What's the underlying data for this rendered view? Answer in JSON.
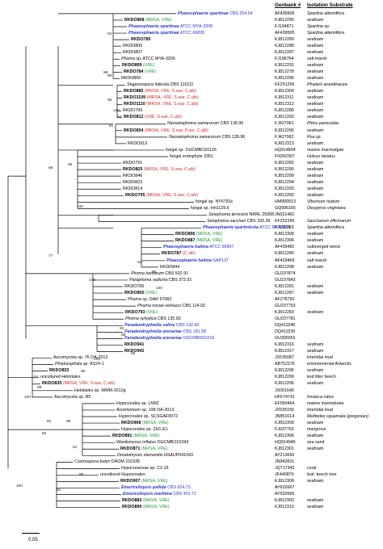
{
  "header": {
    "genbank": "Genbank #",
    "substrate": "Isolation Substrate"
  },
  "scale_label": "0.05",
  "colors": {
    "blue": "#2a35c8",
    "green": "#1f9a39",
    "red": "#d12b2b"
  },
  "rows": [
    {
      "name": "Phaeosphaeria spartinae",
      "suffix": "CBS 254.64",
      "style": "blue",
      "acc": "AF439506",
      "sub": "Spartina alterniflora"
    },
    {
      "name": "RKDO808",
      "suffix": "(MRSA, VRE)",
      "style": "bold",
      "acc": "KJ812290",
      "sub": "seafoam"
    },
    {
      "name": "Phaeosphaeria spartinae",
      "suffix": "ATCC MYA-3208",
      "style": "blue",
      "acc": "FJ194871",
      "sub": "Spartina sp."
    },
    {
      "name": "Phaeosphaeria spartinae",
      "suffix": "ATCC 66895",
      "style": "blue",
      "acc": "AF439505",
      "sub": "Spartina alterniflora"
    },
    {
      "name": "RKDO785",
      "suffix": "",
      "style": "bold",
      "acc": "KJ812289",
      "sub": "seafoam"
    },
    {
      "name": "RKDO806",
      "suffix": "",
      "style": "",
      "acc": "KJ812288",
      "sub": "seafoam"
    },
    {
      "name": "RKDO807",
      "suffix": "",
      "style": "",
      "acc": "KJ812287",
      "sub": "seafoam"
    },
    {
      "name": "Phoma sp.",
      "suffix": "ATCC MYA-3200",
      "style": "italic",
      "acc": "FJ196764",
      "sub": "salt marsh"
    },
    {
      "name": "RKDO809",
      "suffix": "(VRE)",
      "style": "bold",
      "acc": "KJ812291",
      "sub": "seafoam"
    },
    {
      "name": "RKDO784",
      "suffix": "(VRE)",
      "style": "bold",
      "acc": "KJ812278",
      "sub": "seafoam"
    },
    {
      "name": "RKDO800",
      "suffix": "",
      "style": "",
      "acc": "KJ812286",
      "sub": "seafoam"
    },
    {
      "name": "Stagonospora foliicola",
      "suffix": "CBS 110111",
      "style": "italic",
      "acc": "KF251256",
      "sub": "Phalaris arundinacea"
    },
    {
      "name": "RKDO885",
      "suffix": "(MRSA, VRE, S.war, C.alb)",
      "style": "bold",
      "acc": "KJ812304",
      "sub": "seafoam"
    },
    {
      "name": "RKDO1109",
      "suffix": "(MRSA, VRE, S.war, C.alb)",
      "style": "bold",
      "acc": "KJ812311",
      "sub": "seafoam"
    },
    {
      "name": "RKDO1110",
      "suffix": "(MRSA, VRE, S.war, C.alb)",
      "style": "bold",
      "acc": "KJ812312",
      "sub": "seafoam"
    },
    {
      "name": "RKDO799",
      "suffix": "",
      "style": "",
      "acc": "KJ812285",
      "sub": "seafoam"
    },
    {
      "name": "RKDO812",
      "suffix": "(VRE, S.war, C.alb)",
      "style": "bold",
      "acc": "KJ812292",
      "sub": "seafoam"
    },
    {
      "name": "Neosetophoma samarorum",
      "suffix": "CBS 138.96",
      "style": "italic",
      "acc": "FJ427061",
      "sub": "Phlox paniculata"
    },
    {
      "name": "RKDO834",
      "suffix": "(MRSA, VRE, S.war, P.aer, C.alb)",
      "style": "bold",
      "acc": "KJ812296",
      "sub": "seafoam"
    },
    {
      "name": "Neosetophoma samarorum",
      "suffix": "CBS 139.96",
      "style": "italic",
      "acc": "FJ427062",
      "sub": "Poa sp."
    },
    {
      "name": "RKDO913",
      "suffix": "",
      "style": "",
      "acc": "KJ812313",
      "sub": "seafoam"
    },
    {
      "name": "fungal sp.",
      "suffix": "OUCMBI101126",
      "style": "",
      "acc": "HQ914854",
      "sub": "marine macroalgae"
    },
    {
      "name": "fungal endophyte",
      "suffix": "3351",
      "style": "",
      "acc": "FN392307",
      "sub": "Holcus lanatus"
    },
    {
      "name": "RKDO791",
      "suffix": "",
      "style": "",
      "acc": "KJ812282",
      "sub": "seafoam"
    },
    {
      "name": "RKDO825",
      "suffix": "(MRSA, VRE, S.war, C.alb)",
      "style": "bold",
      "acc": "KJ812295",
      "sub": "seafoam"
    },
    {
      "name": "RKDO846",
      "suffix": "",
      "style": "",
      "acc": "KJ812299",
      "sub": "seafoam"
    },
    {
      "name": "RKDO823",
      "suffix": "",
      "style": "",
      "acc": "KJ812294",
      "sub": "seafoam"
    },
    {
      "name": "RKDO814",
      "suffix": "",
      "style": "",
      "acc": "KJ812293",
      "sub": "seafoam"
    },
    {
      "name": "RKDO795",
      "suffix": "(MRSA, VRE, S.war, C.alb)",
      "style": "bold",
      "acc": "KJ812283",
      "sub": "seafoam"
    },
    {
      "name": "fungal sp.",
      "suffix": "NY6753c",
      "style": "",
      "acc": "HM999913",
      "sub": "Viburnum nudum"
    },
    {
      "name": "fungal sp.",
      "suffix": "mh1129.6",
      "style": "",
      "acc": "GQ996165",
      "sub": "Diospyros virginiana"
    },
    {
      "name": "Setophoma terrestris",
      "suffix": "NRRL 25008",
      "style": "italic",
      "acc": "JN631482",
      "sub": ""
    },
    {
      "name": "Setophoma sacchari",
      "suffix": "CBS 333.39",
      "style": "italic",
      "acc": "KF252245",
      "sub": "Saccharum officinarum"
    },
    {
      "name": "Phaeosphaeria spartinicola",
      "suffix": "ATCC MYA3199",
      "style": "blue",
      "acc": "FJ196763",
      "sub": "Spartina alterniflora"
    },
    {
      "name": "RKDO896",
      "suffix": "(MRSA, VRE)",
      "style": "bold",
      "acc": "KJ812308",
      "sub": "seafoam"
    },
    {
      "name": "RKDO887",
      "suffix": "(MRSA, VRE)",
      "style": "bold",
      "acc": "KJ812306",
      "sub": "seafoam"
    },
    {
      "name": "Phaeosphaeria halima",
      "suffix": "ATCC 66897",
      "style": "blue",
      "acc": "AF439482",
      "sub": "submerged wood"
    },
    {
      "name": "RKDO787",
      "suffix": "(C.alb)",
      "style": "bold",
      "acc": "KJ812280",
      "sub": "seafoam"
    },
    {
      "name": "Phaeosphaeria halima",
      "suffix": "SAP137",
      "style": "blue",
      "acc": "AF429469",
      "sub": "salt marsh"
    },
    {
      "name": "RKDO844",
      "suffix": "",
      "style": "",
      "acc": "KJ812298",
      "sub": "seafoam"
    },
    {
      "name": "Phoma herbarum",
      "suffix": "CBS 502.91",
      "style": "italic",
      "acc": "GU237874",
      "sub": ""
    },
    {
      "name": "Paraphoma radicina",
      "suffix": "CBS 372.91",
      "style": "italic",
      "acc": "GU237843",
      "sub": ""
    },
    {
      "name": "RKDO789",
      "suffix": "",
      "style": "",
      "acc": "KJ812281",
      "sub": "seafoam"
    },
    {
      "name": "RKDO805",
      "suffix": "(VRE)",
      "style": "bold",
      "acc": "KJ812287",
      "sub": "seafoam"
    },
    {
      "name": "Phoma sp.",
      "suffix": "DAR 57083",
      "style": "italic",
      "acc": "AF278792",
      "sub": ""
    },
    {
      "name": "Phoma novae-verbasci",
      "suffix": "CBS 114.93",
      "style": "italic",
      "acc": "GU237753",
      "sub": ""
    },
    {
      "name": "RKDO793",
      "suffix": "(VRE)",
      "style": "bold",
      "acc": "KJ812283",
      "sub": "seafoam"
    },
    {
      "name": "Phoma sylvatica",
      "suffix": "CBS 135.93",
      "style": "italic",
      "acc": "GU237781",
      "sub": ""
    },
    {
      "name": "Paradendryphiella salina",
      "suffix": "CBS 142.60",
      "style": "blue",
      "acc": "DQ411540",
      "sub": ""
    },
    {
      "name": "Paradendryphiella arenariae",
      "suffix": "CBS 181.58",
      "style": "blue",
      "acc": "DQ411539",
      "sub": ""
    },
    {
      "name": "Paradendryphiella arenariae",
      "suffix": "OUCMBI001016",
      "style": "blue",
      "acc": "GU395991",
      "sub": ""
    },
    {
      "name": "RKDO941",
      "suffix": "",
      "style": "bold",
      "acc": "KJ812316",
      "sub": "seafoam"
    },
    {
      "name": "RKDO942",
      "suffix": "",
      "style": "bold",
      "acc": "KJ812317",
      "sub": "seafoam"
    },
    {
      "name": "Ascomycota sp.",
      "suffix": "76 OA-2013",
      "style": "",
      "acc": "JX535087",
      "sub": "intertidal mud"
    },
    {
      "name": "Phialocephala sp.",
      "suffix": "AS24-1",
      "style": "italic",
      "acc": "AB752276",
      "sub": "environmental Antarctic"
    },
    {
      "name": "RKDO833",
      "suffix": "",
      "style": "bold",
      "acc": "KJ812296",
      "sub": "seafoam"
    },
    {
      "name": "uncultured Helotiales",
      "suffix": "",
      "style": "",
      "acc": "KJ812299",
      "sub": "leaf litter beech"
    },
    {
      "name": "RKDO835",
      "suffix": "(MRSA, VRE, S.war, C.alb)",
      "style": "bold",
      "acc": "KJ812296",
      "sub": "seafoam"
    },
    {
      "name": "Helotiales sp.",
      "suffix": "WMM-2012g",
      "style": "",
      "acc": "JX001640",
      "sub": ""
    },
    {
      "name": "Ascomycota sp.",
      "suffix": "B5",
      "style": "",
      "acc": "HF674741",
      "sub": "Festuca rubra"
    },
    {
      "name": "Hypocreales sp.",
      "suffix": "LM92",
      "style": "",
      "acc": "EF060464",
      "sub": "marine invertebrate"
    },
    {
      "name": "Acremonium sp.",
      "suffix": "199 OA-2013",
      "style": "italic",
      "acc": "JX535156",
      "sub": "intertidal mud"
    },
    {
      "name": "Hypocreales sp.",
      "suffix": "SCSGAF0072",
      "style": "",
      "acc": "JN851014",
      "sub": "Melitodes squamata (gorgonian)"
    },
    {
      "name": "RKDO908",
      "suffix": "(MRSA, VRE)",
      "style": "bold",
      "acc": "KJ812309",
      "sub": "seafoam"
    },
    {
      "name": "Hypocreales sp.",
      "suffix": "ZH1-E1",
      "style": "",
      "acc": "FJ037763",
      "sub": "mangrove"
    },
    {
      "name": "RKDO891",
      "suffix": "(MRSA, VRE)",
      "style": "bold",
      "acc": "KJ812306",
      "sub": "seafoam"
    },
    {
      "name": "Wardomyces inflatus",
      "suffix": "OUCMBI101043",
      "style": "italic",
      "acc": "HQ914949",
      "sub": "sea sand"
    },
    {
      "name": "RKDO871",
      "suffix": "(MRSA, VRE)",
      "style": "bold",
      "acc": "KJ812301",
      "sub": "seafoam"
    },
    {
      "name": "Doratomyces stemonitis",
      "suffix": "HSAUP041043",
      "style": "italic",
      "acc": "AY213650",
      "sub": ""
    },
    {
      "name": "Cosmospora butyri",
      "suffix": "DAOM 216335",
      "style": "italic",
      "acc": "JN942831",
      "sub": ""
    },
    {
      "name": "Hypocreaceae sp.",
      "suffix": "C2-16",
      "style": "",
      "acc": "JQ717342",
      "sub": "coral"
    },
    {
      "name": "uncultured Hypocreales",
      "suffix": "",
      "style": "",
      "acc": "JF449870",
      "sub": "leaf, beech tree"
    },
    {
      "name": "RKDO907",
      "suffix": "(MRSA, VRE)",
      "style": "bold",
      "acc": "KJ812308",
      "sub": "seafoam"
    },
    {
      "name": "Emericellopsis pallida",
      "suffix": "CBS 624.73",
      "style": "blue",
      "acc": "AY632667",
      "sub": ""
    },
    {
      "name": "Emericellopsis maritima",
      "suffix": "CBS 491.71",
      "style": "blue",
      "acc": "AY632665",
      "sub": ""
    },
    {
      "name": "RKDO883",
      "suffix": "(MRSA, VRE)",
      "style": "bold",
      "acc": "KJ812303",
      "sub": "seafoam"
    },
    {
      "name": "RKDO890",
      "suffix": "(MRSA, VRE)",
      "style": "bold",
      "acc": "KJ812310",
      "sub": "seafoam"
    }
  ],
  "bootstraps": [
    "92",
    "98",
    "99",
    "68",
    "96",
    "100",
    "93",
    "61",
    "66",
    "100",
    "77",
    "82",
    "95",
    "100",
    "93",
    "88",
    "98",
    "100",
    "100",
    "99",
    "51",
    "98",
    "82",
    "99",
    "100",
    "60",
    "81",
    "98",
    "81",
    "100"
  ]
}
